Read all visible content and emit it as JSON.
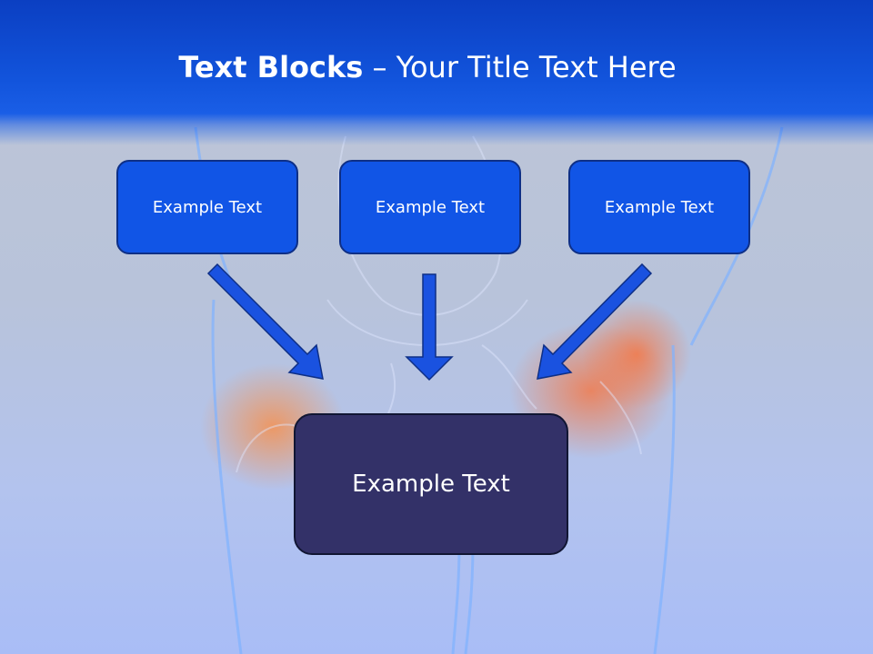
{
  "title": {
    "bold": "Text Blocks",
    "dash": " – ",
    "rest": "Your Title Text Here"
  },
  "blocks": [
    {
      "label": "Example Text"
    },
    {
      "label": "Example Text"
    },
    {
      "label": "Example Text"
    }
  ],
  "main_block": {
    "label": "Example Text"
  },
  "colors": {
    "header": "#1254dc",
    "block": "#1155e6",
    "main_block": "#333168",
    "arrow": "#1a52e0"
  }
}
